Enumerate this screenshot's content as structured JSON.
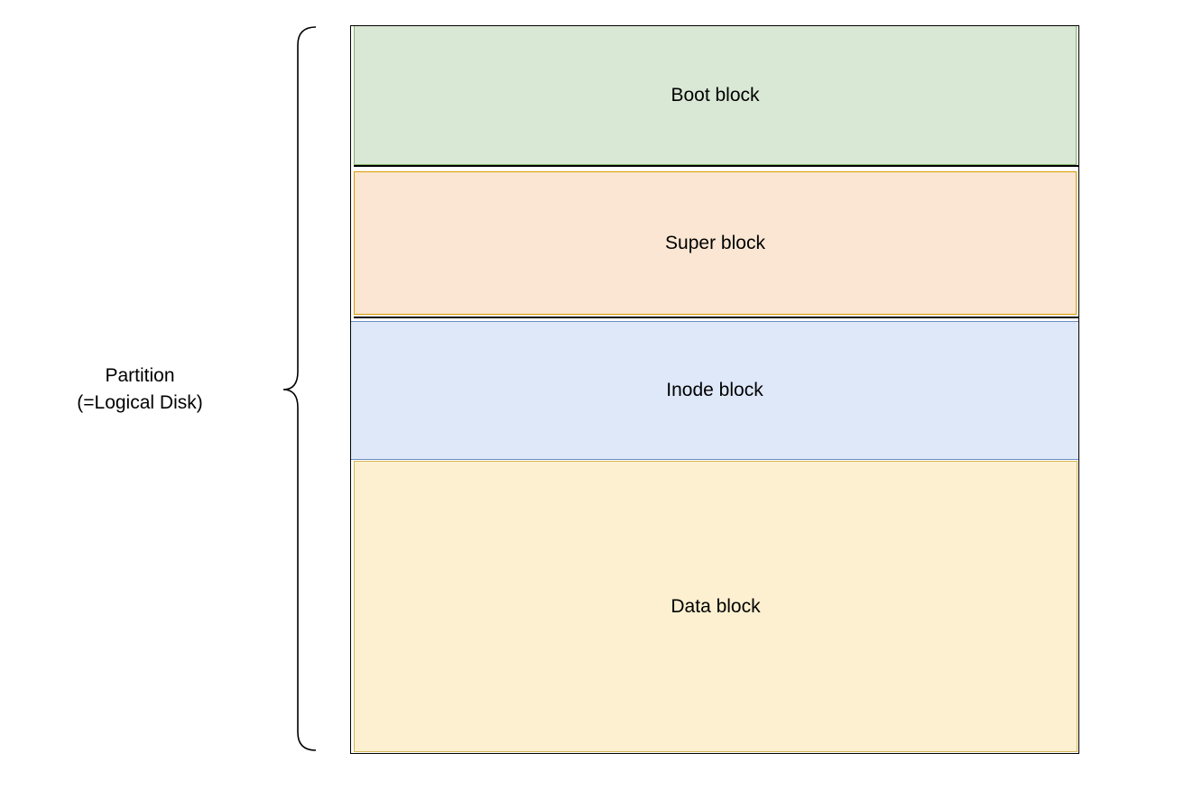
{
  "partition": {
    "title": "Partition",
    "subtitle": "(=Logical Disk)"
  },
  "blocks": {
    "boot": {
      "label": "Boot block",
      "fill": "#d9e8d5",
      "stroke": "#82b366"
    },
    "super": {
      "label": "Super block",
      "fill": "#fae6d2",
      "stroke": "#d79b00"
    },
    "inode": {
      "label": "Inode block",
      "fill": "#dfe8f9",
      "stroke": "#6c8ebf"
    },
    "data": {
      "label": "Data block",
      "fill": "#fcf0d0",
      "stroke": "#d6b656"
    }
  }
}
